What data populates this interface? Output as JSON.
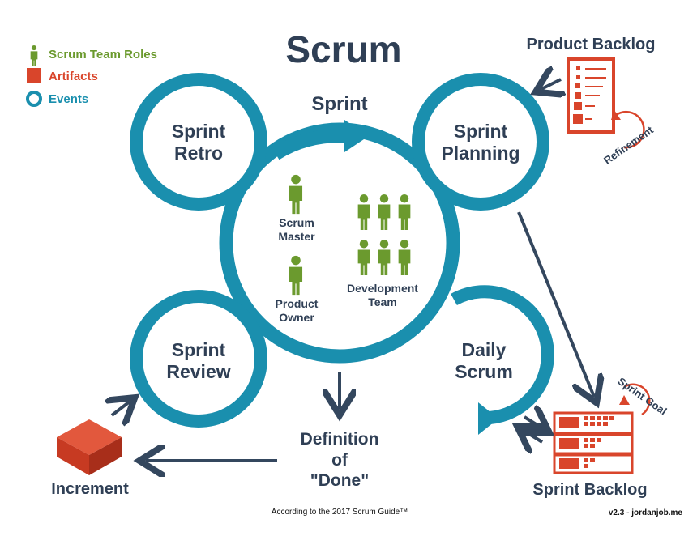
{
  "title": "Scrum",
  "legend": {
    "roles": "Scrum Team Roles",
    "artifacts": "Artifacts",
    "events": "Events"
  },
  "sprint_label": "Sprint",
  "events": {
    "retro": [
      "Sprint",
      "Retro"
    ],
    "planning": [
      "Sprint",
      "Planning"
    ],
    "review": [
      "Sprint",
      "Review"
    ],
    "daily": [
      "Daily",
      "Scrum"
    ]
  },
  "roles": {
    "scrum_master": [
      "Scrum",
      "Master"
    ],
    "product_owner": [
      "Product",
      "Owner"
    ],
    "dev_team": [
      "Development",
      "Team"
    ]
  },
  "artifacts": {
    "product_backlog": "Product Backlog",
    "sprint_backlog": "Sprint Backlog",
    "increment": "Increment"
  },
  "refinement": "Refinement",
  "sprint_goal": "Sprint Goal",
  "definition_of_done": [
    "Definition",
    "of",
    "\"Done\""
  ],
  "footer": {
    "source": "According to the 2017 Scrum Guide™",
    "version": "v2.3 -  jordanjob.me"
  },
  "colors": {
    "event": "#1a8fae",
    "role": "#6b9a2e",
    "artifact": "#d9452b",
    "text": "#2f3f55",
    "arrow": "#34475e"
  }
}
